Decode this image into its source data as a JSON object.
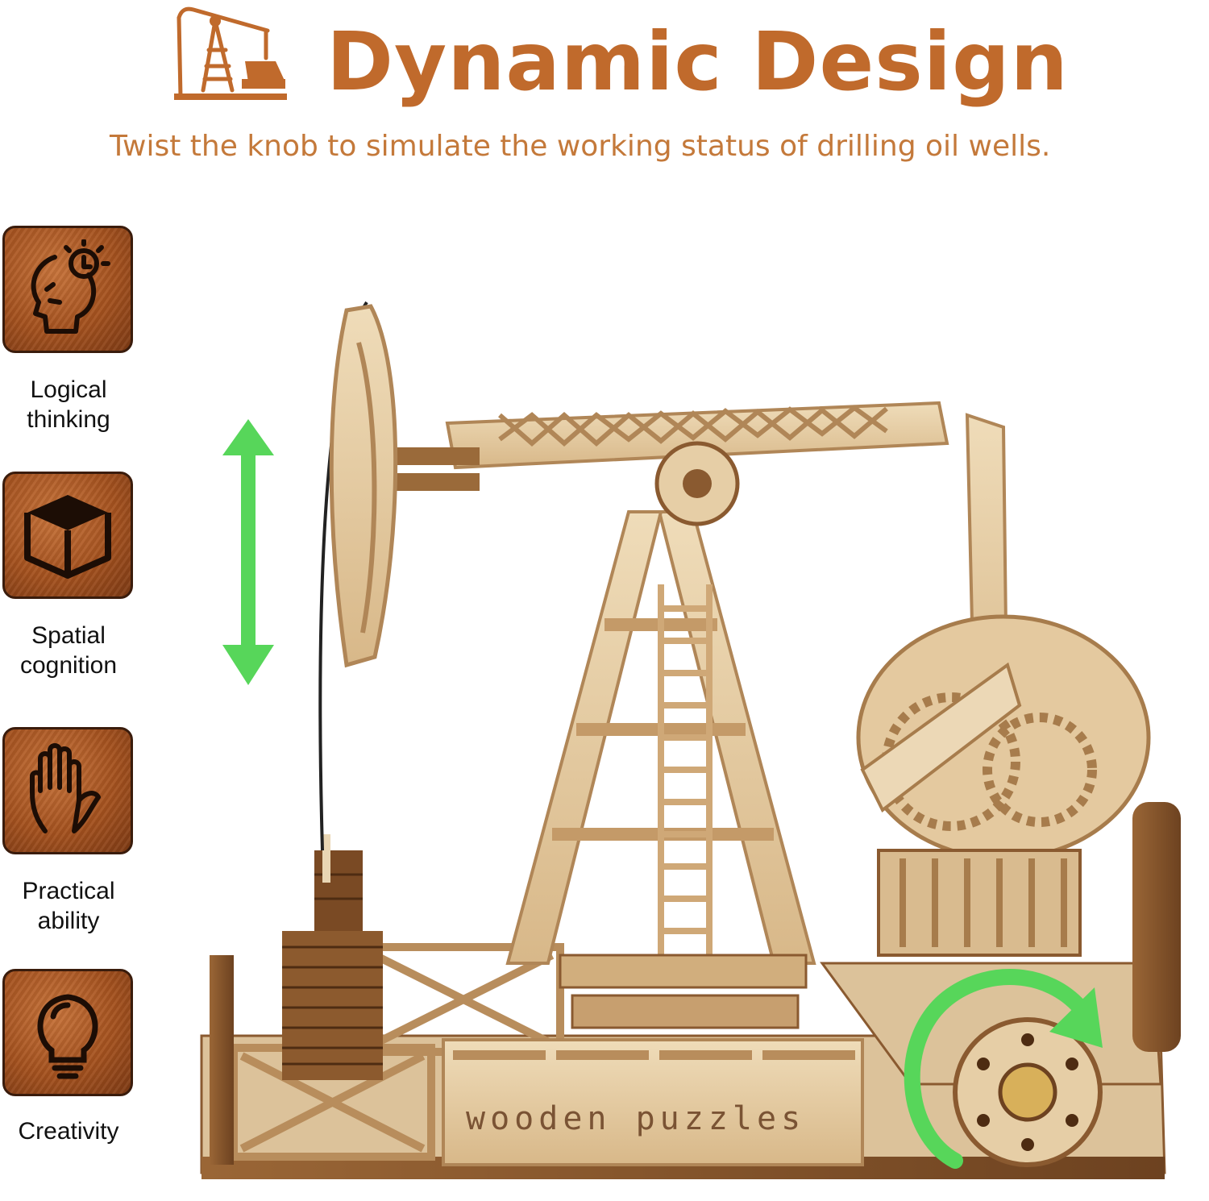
{
  "header": {
    "title": "Dynamic Design",
    "subtitle": "Twist the knob to simulate the working status of drilling oil wells.",
    "icon": "oil-pump-jack-icon"
  },
  "features": [
    {
      "icon": "head-thinking-icon",
      "label_line1": "Logical",
      "label_line2": "thinking"
    },
    {
      "icon": "cube-icon",
      "label_line1": "Spatial",
      "label_line2": "cognition"
    },
    {
      "icon": "hand-icon",
      "label_line1": "Practical",
      "label_line2": "ability"
    },
    {
      "icon": "lightbulb-icon",
      "label_line1": "Creativity",
      "label_line2": ""
    }
  ],
  "product": {
    "engraving": "wooden puzzles",
    "arrows": [
      "up-down-arrow-icon",
      "rotate-arrow-icon"
    ]
  },
  "colors": {
    "title": "#c06a2c",
    "subtitle": "#c4793a",
    "tile": "#a5521f",
    "wood": "#e8cfa6",
    "arrow": "#57d65a"
  }
}
